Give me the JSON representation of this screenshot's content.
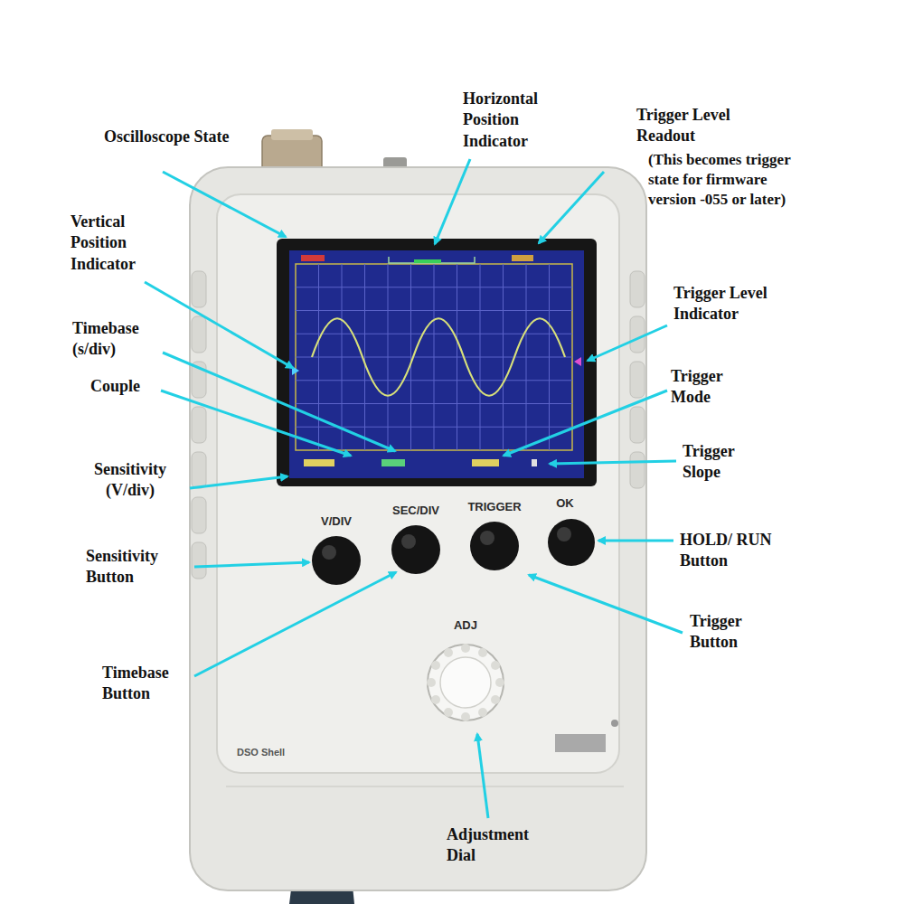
{
  "diagram": {
    "labels": [
      "Oscilloscope State",
      "Horizontal Position Indicator",
      "Trigger Level Readout",
      "(This becomes trigger state for firmware version -055 or later)",
      "Vertical Position Indicator",
      "Trigger Level Indicator",
      "Timebase (s/div)",
      "Couple",
      "Trigger Mode",
      "Sensitivity (V/div)",
      "Trigger Slope",
      "V/DIV",
      "SEC/DIV",
      "TRIGGER",
      "OK",
      "Sensitivity Button",
      "HOLD/ RUN Button",
      "ADJ",
      "Trigger Button",
      "Timebase Button",
      "DSO Shell",
      "Adjustment Dial"
    ]
  }
}
